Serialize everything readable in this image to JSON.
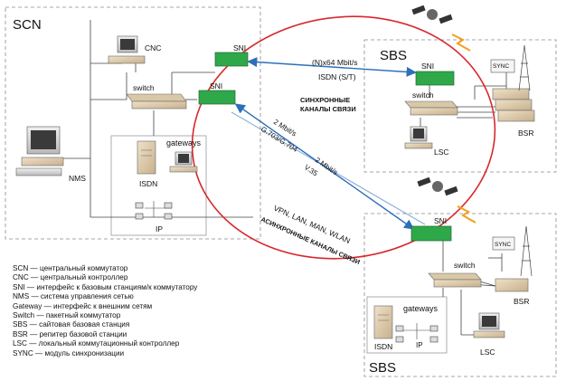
{
  "regions": {
    "scn": "SCN",
    "sbs_top": "SBS",
    "sbs_bottom": "SBS"
  },
  "devices": {
    "cnc": "CNC",
    "switch_scn": "switch",
    "sni_scn_top": "SNI",
    "sni_scn_bottom": "SNI",
    "gateways_scn": "gateways",
    "isdn_scn": "ISDN",
    "ip_scn": "IP",
    "nms": "NMS",
    "sync_top": "SYNC",
    "sni_sbs_top": "SNI",
    "switch_sbs_top": "switch",
    "lsc_top": "LSC",
    "bsr_top": "BSR",
    "sync_bottom": "SYNC",
    "sni_sbs_bottom": "SNI",
    "switch_sbs_bottom": "switch",
    "bsr_bottom": "BSR",
    "gateways_sbs": "gateways",
    "isdn_sbs": "ISDN",
    "ip_sbs": "IP",
    "lsc_bottom": "LSC"
  },
  "links": {
    "isdn_rate": "(N)x64 Mbit/s",
    "isdn_type": "ISDN (S/T)",
    "sync_channels_line1": "СИНХРОННЫЕ",
    "sync_channels_line2": "КАНАЛЫ СВЯЗИ",
    "g703_rate": "2 Mbit/s",
    "g703_type": "G.703/G.704",
    "v35_rate": "2 Mbit/s",
    "v35_type": "V.35",
    "async_types": "VPN, LAN, MAN, WLAN",
    "async_channels": "АСИНХРОННЫЕ КАНАЛЫ СВЯЗИ"
  },
  "legend": [
    "SCN — центральный коммутатор",
    "CNC — центральный контроллер",
    "SNI — интерфейс к базовым станциям/к коммутатору",
    "NMS — система управления сетью",
    "Gateway — интерфейс к внешним сетям",
    "Switch — пакетный коммутатор",
    "SBS — сайтовая базовая станция",
    "BSR — репитер базовой станции",
    "LSC — локальный коммутационный контроллер",
    "SYNC — модуль синхронизации"
  ],
  "colors": {
    "sni_green": "#2fa84a",
    "ellipse_red": "#d8282c",
    "link_blue": "#2d6fb8",
    "dashed_border": "#8a8a8a"
  }
}
